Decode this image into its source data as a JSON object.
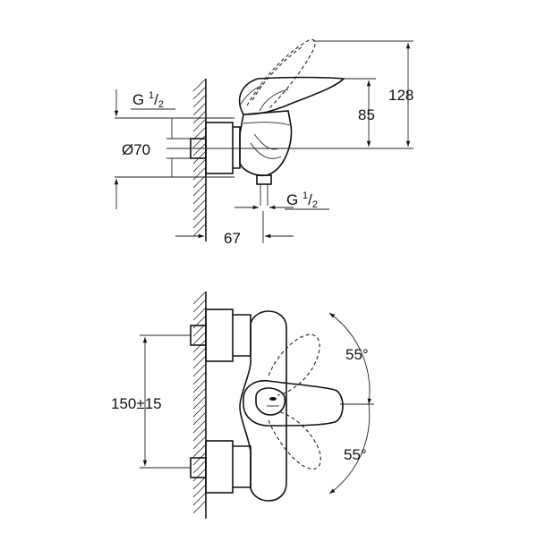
{
  "side_view": {
    "inlet_thread": {
      "prefix": "G ",
      "num": "1",
      "den": "2"
    },
    "outlet_thread": {
      "prefix": "G ",
      "num": "1",
      "den": "2"
    },
    "diameter": "Ø70",
    "depth": "67",
    "height_spout": "85",
    "height_lever": "128"
  },
  "front_view": {
    "centers": "150±15",
    "angle_up": "55°",
    "angle_down": "55°"
  }
}
